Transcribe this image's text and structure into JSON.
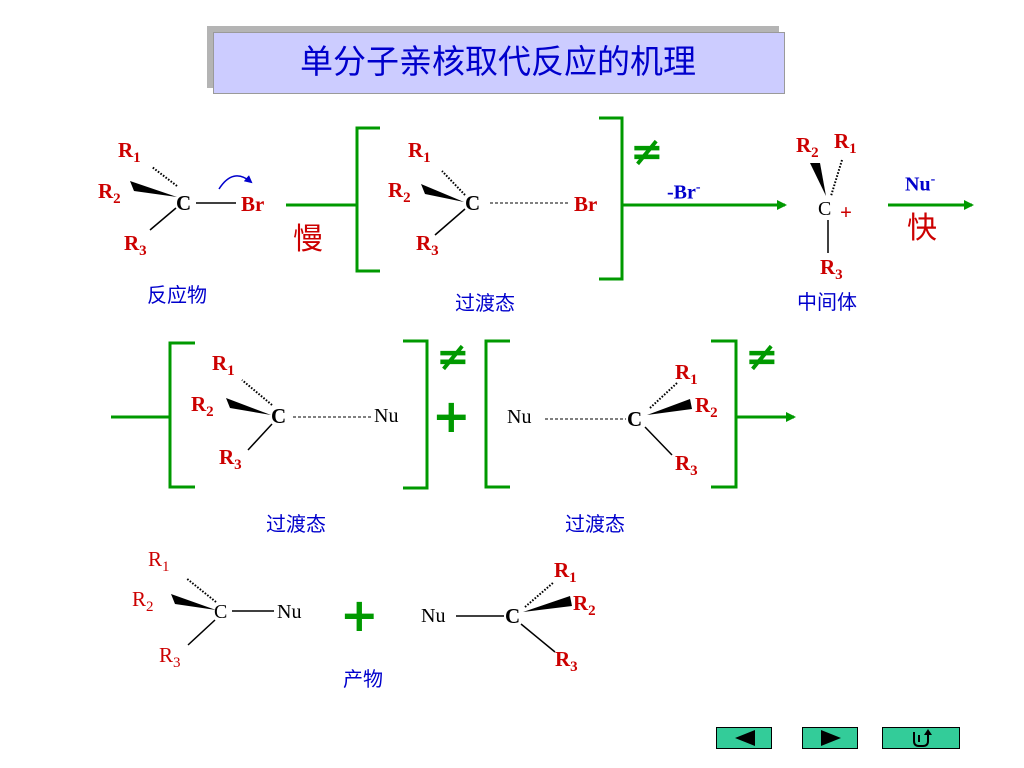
{
  "title": "单分子亲核取代反应的机理",
  "atoms": {
    "r": "R",
    "c": "C",
    "br": "Br",
    "nu": "Nu",
    "plus_charge": "+"
  },
  "subscripts": {
    "one": "1",
    "two": "2",
    "three": "3"
  },
  "reagents": {
    "minus_br": "-Br",
    "minus_sup": "-",
    "nu": "Nu",
    "nu_sup": "-"
  },
  "speeds": {
    "slow": "慢",
    "fast": "快"
  },
  "labels": {
    "reactant": "反应物",
    "transition_state": "过渡态",
    "intermediate": "中间体",
    "product": "产物"
  },
  "symbols": {
    "double_dagger": "≠",
    "plus": "+"
  },
  "nav": [
    {
      "name": "prev-slide-button",
      "icon": "triangle-left-icon"
    },
    {
      "name": "next-slide-button",
      "icon": "triangle-right-icon"
    },
    {
      "name": "return-button",
      "icon": "return-icon"
    }
  ],
  "colors": {
    "title_bg": "#ccccff",
    "title_text": "#0000cc",
    "bracket_green": "#009900",
    "atom_red": "#cc0000",
    "label_blue": "#0000cc",
    "nav_green": "#33cc99"
  }
}
